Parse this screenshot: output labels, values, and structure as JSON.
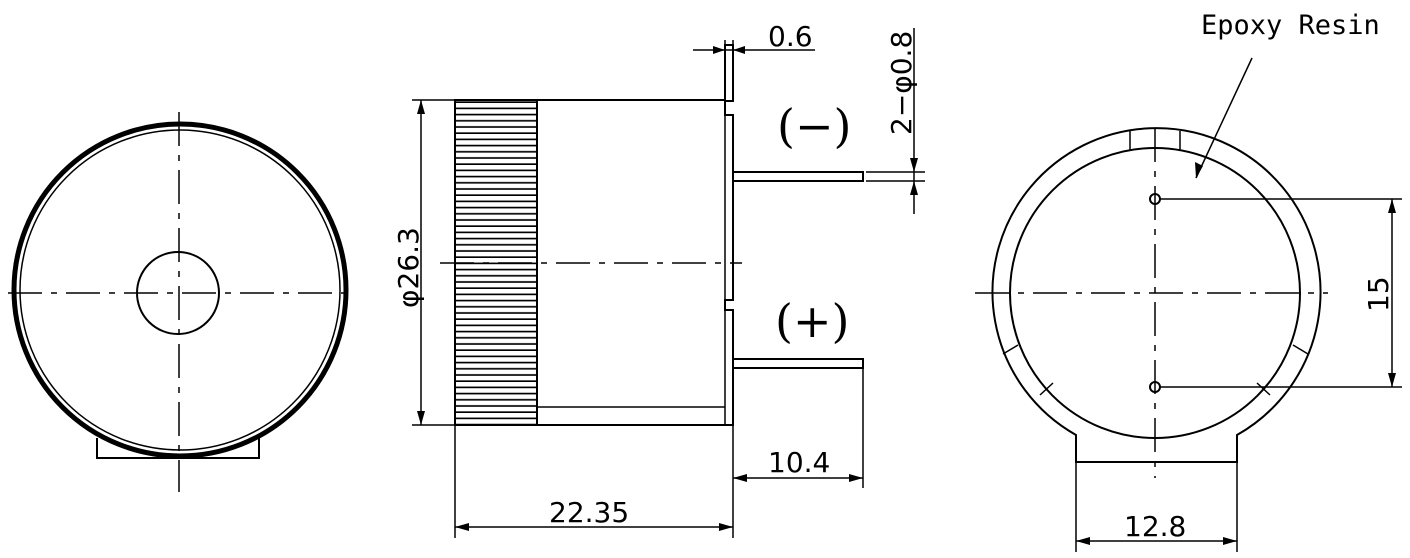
{
  "labels": {
    "callout": "Epoxy Resin",
    "minus": "(−)",
    "plus": "(+)"
  },
  "dimensions": {
    "pin_thickness": "0.6",
    "pin_diameter": "2−φ0.8",
    "body_diameter": "φ26.3",
    "body_height": "22.35",
    "pin_length": "10.4",
    "pin_spacing": "15",
    "base_width": "12.8"
  }
}
